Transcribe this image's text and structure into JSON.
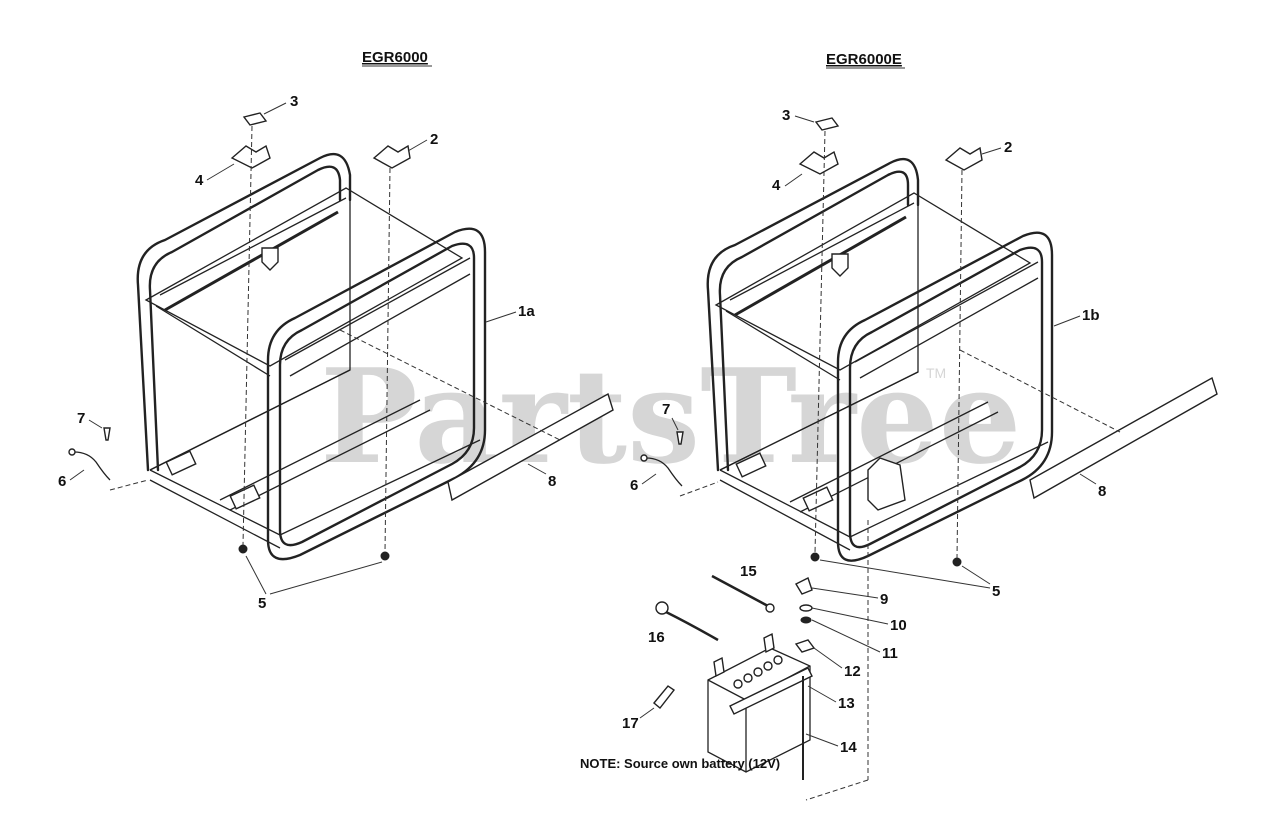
{
  "diagram": {
    "left_title": "EGR6000",
    "right_title": "EGR6000E",
    "watermark": "PartsTree",
    "watermark_tm": "TM",
    "note": "NOTE: Source own battery (12V)",
    "left_callouts": {
      "c3": "3",
      "c2": "2",
      "c4": "4",
      "c1a": "1a",
      "c7": "7",
      "c6": "6",
      "c8": "8",
      "c5": "5"
    },
    "right_callouts": {
      "c3": "3",
      "c2": "2",
      "c4": "4",
      "c1b": "1b",
      "c7": "7",
      "c6": "6",
      "c8": "8",
      "c5": "5",
      "c15": "15",
      "c9": "9",
      "c10": "10",
      "c16": "16",
      "c11": "11",
      "c12": "12",
      "c13": "13",
      "c17": "17",
      "c14": "14"
    }
  }
}
